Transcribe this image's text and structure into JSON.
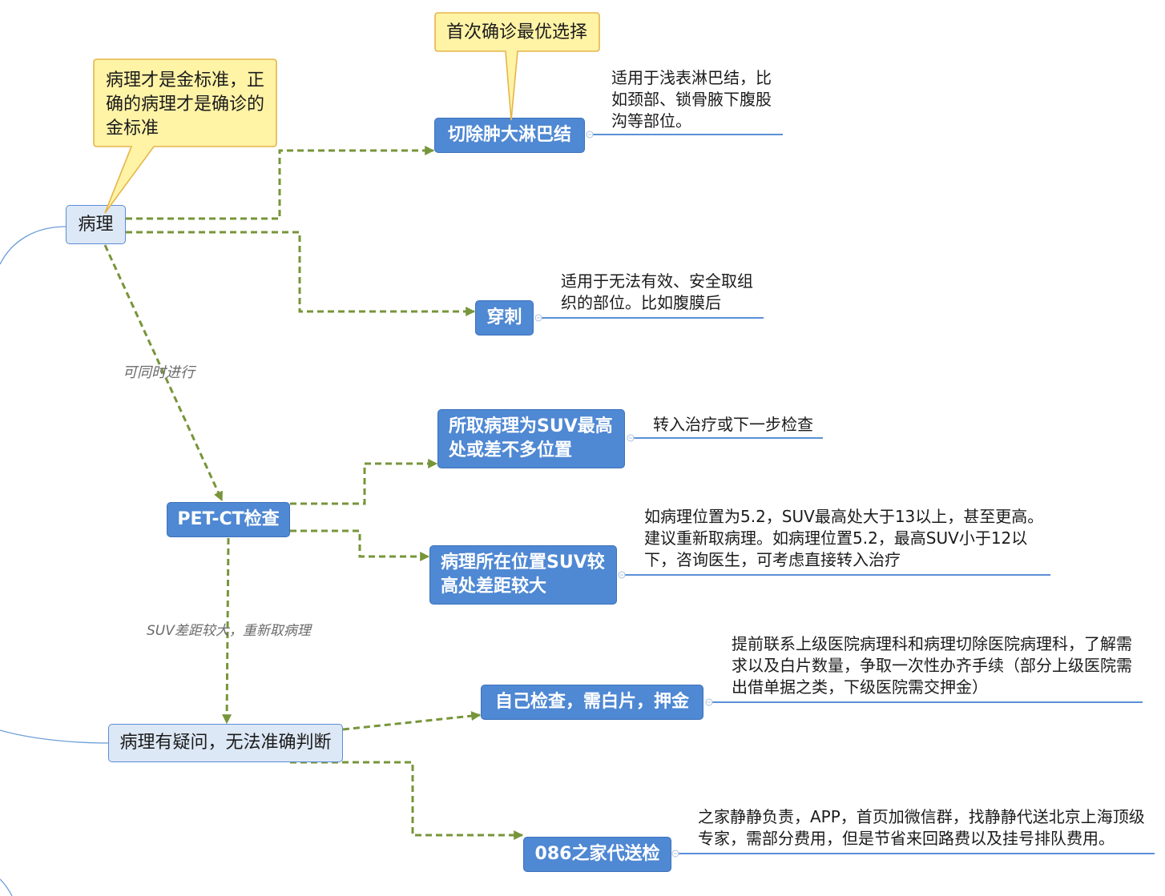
{
  "callouts": {
    "gold_standard": [
      "病理才是金标准，正",
      "确的病理才是确诊的",
      "金标准"
    ],
    "first_choice": [
      "首次确诊最优选择"
    ]
  },
  "topics": {
    "pathology": [
      "病理"
    ],
    "excision": [
      "切除肿大淋巴结"
    ],
    "puncture": [
      "穿刺"
    ],
    "suv_match": [
      "所取病理为SUV最高",
      "处或差不多位置"
    ],
    "pet_ct": [
      "PET-CT检查"
    ],
    "suv_gap": [
      "病理所在位置SUV较",
      "高处差距较大"
    ],
    "self_check": [
      "自己检查，需白片，押金"
    ],
    "pathology_doubt": [
      "病理有疑问，无法准确判断"
    ],
    "delivery": [
      "086之家代送检"
    ]
  },
  "notes": {
    "excision": [
      "适用于浅表淋巴结，比",
      "如颈部、锁骨腋下腹股",
      "沟等部位。"
    ],
    "puncture": [
      "适用于无法有效、安全取组",
      "织的部位。比如腹膜后"
    ],
    "suv_match": [
      "转入治疗或下一步检查"
    ],
    "suv_gap": [
      "如病理位置为5.2，SUV最高处大于13以上，甚至更高。",
      "建议重新取病理。如病理位置5.2，最高SUV小于12以",
      "下，咨询医生，可考虑直接转入治疗"
    ],
    "self_check": [
      "提前联系上级医院病理科和病理切除医院病理科，了解需",
      "求以及白片数量，争取一次性办齐手续（部分上级医院需",
      "出借单据之类，下级医院需交押金）"
    ],
    "delivery": [
      "之家静静负责，APP，首页加微信群，找静静代送北京上海顶级",
      "专家，需部分费用，但是节省来回路费以及挂号排队费用。"
    ]
  },
  "relationship_labels": {
    "parallel": "可同时进行",
    "resample": "SUV差距较大，重新取病理"
  },
  "icons": {
    "collapse_toggle": "collapse-toggle-icon",
    "arrow": "arrowhead"
  },
  "colors": {
    "topic_fill": "#4f88d3",
    "topic_border": "#3d71bb",
    "topic_text": "#ffffff",
    "root_fill": "#dde8f6",
    "root_border": "#5a8cd4",
    "callout_fill": "#fff3a6",
    "callout_border": "#e5b54a",
    "connector": "#77953a",
    "note_line": "#5b8fd6",
    "branch_line": "#6d9ed9",
    "label_text": "#6b6b6b",
    "body_text": "#1b1b1b"
  }
}
